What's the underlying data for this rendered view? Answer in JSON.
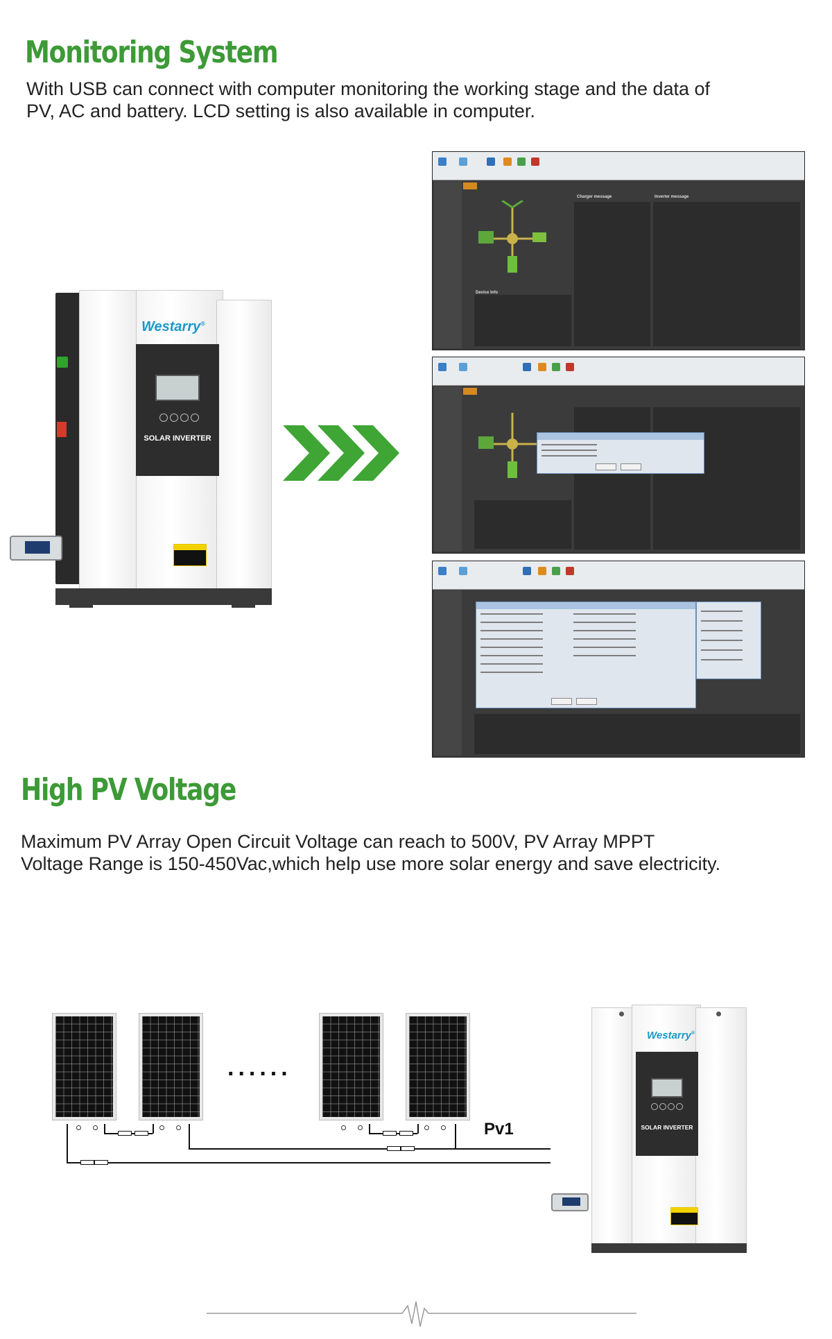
{
  "sections": {
    "monitoring": {
      "title": "Monitoring System",
      "text_line1": "With USB can connect with computer monitoring the working stage and the data of",
      "text_line2": "PV, AC and battery. LCD setting is also available in computer."
    },
    "pv_voltage": {
      "title": "High PV Voltage",
      "text_line1": "Maximum PV Array Open Circuit Voltage can reach to 500V, PV Array MPPT",
      "text_line2": "Voltage Range is 150-450Vac,which help use more solar energy and save electricity."
    }
  },
  "inverter": {
    "brand": "Westarry",
    "brand_mark": "®",
    "label": "SOLAR INVERTER"
  },
  "software": {
    "window_titles": [
      "Charger message",
      "Inverter message"
    ],
    "device_info_label": "Device Info"
  },
  "pv_diagram": {
    "ellipsis": "......",
    "string_label": "Pv1"
  },
  "colors": {
    "heading_green": "#3d9a37",
    "arrow_green": "#3fa535",
    "brand_blue": "#1a98c9"
  }
}
